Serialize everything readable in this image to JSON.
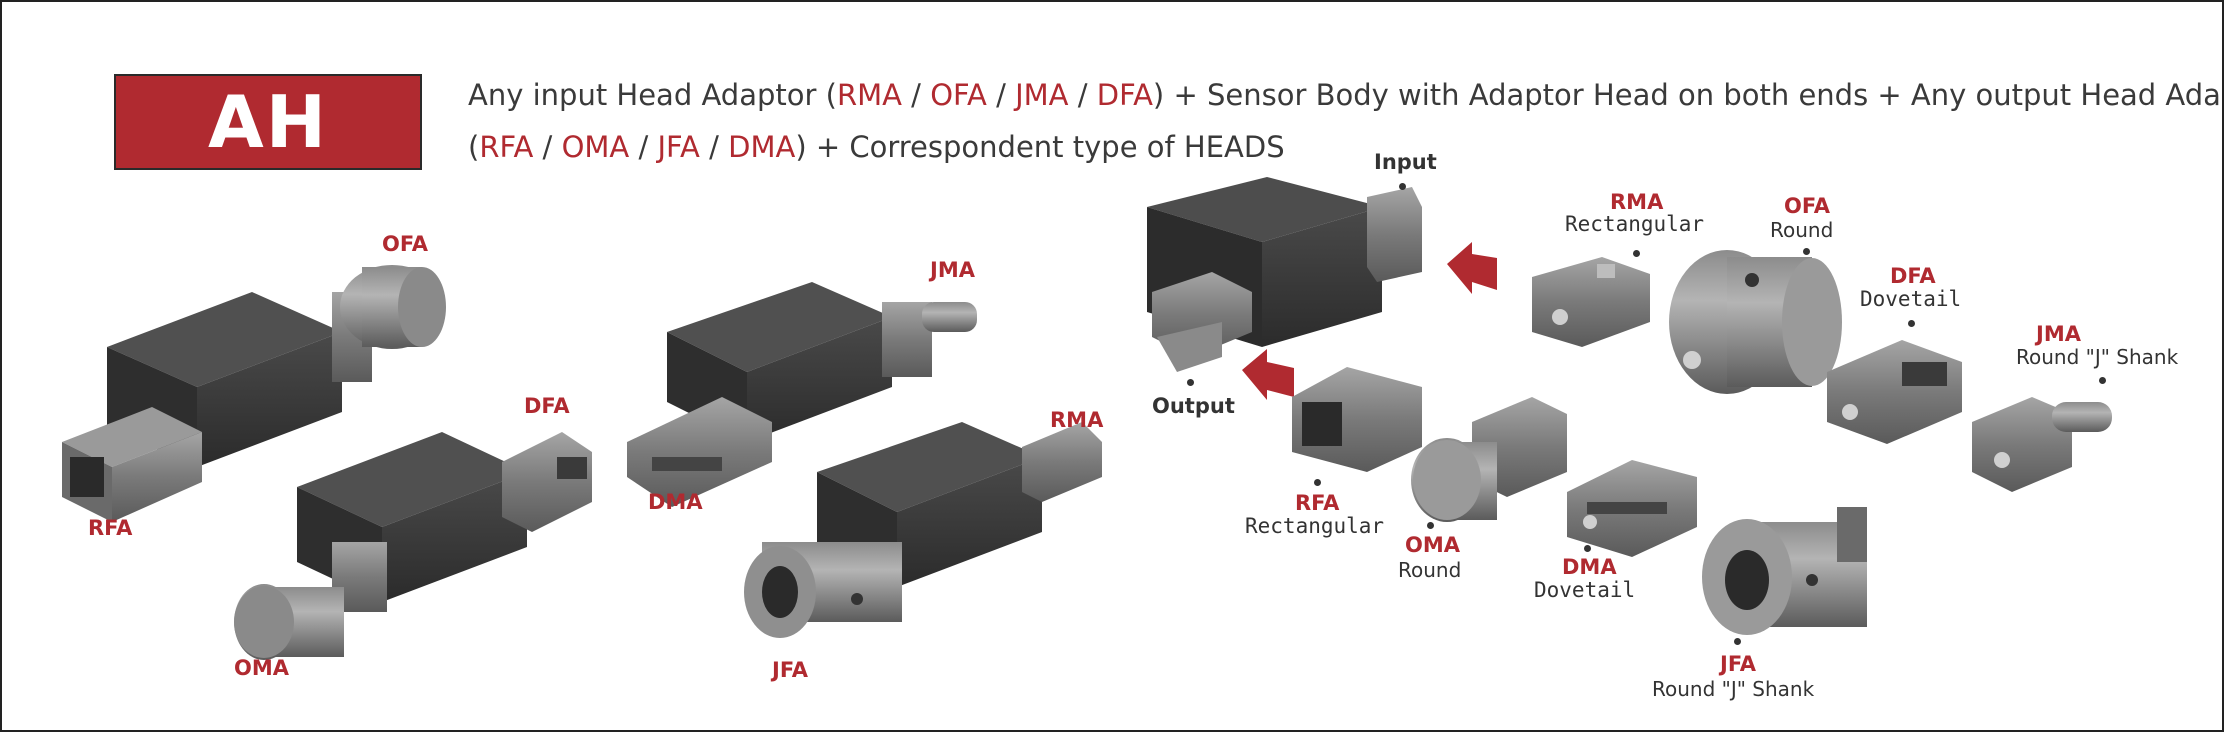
{
  "badge": "AH",
  "line1": {
    "p1": "Any input Head Adaptor (",
    "a1": "RMA",
    "s1": " / ",
    "a2": "OFA",
    "s2": " / ",
    "a3": "JMA",
    "s3": " / ",
    "a4": "DFA",
    "p2": ") + Sensor Body with Adaptor Head on both ends + Any output Head Adaptor"
  },
  "line2": {
    "p1": "(",
    "a1": "RFA",
    "s1": " / ",
    "a2": "OMA",
    "s2": " / ",
    "a3": "JFA",
    "s3": " / ",
    "a4": "DMA",
    "p2": ") + Correspondent type of HEADS"
  },
  "assemblies": {
    "ofa": "OFA",
    "rfa": "RFA",
    "dfa": "DFA",
    "oma": "OMA",
    "jma": "JMA",
    "dma": "DMA",
    "rma": "RMA",
    "jfa": "JFA"
  },
  "diagram": {
    "input": "Input",
    "output": "Output"
  },
  "parts": {
    "rma": {
      "code": "RMA",
      "type": "Rectangular"
    },
    "ofa": {
      "code": "OFA",
      "type": "Round"
    },
    "dfa": {
      "code": "DFA",
      "type": "Dovetail"
    },
    "jma": {
      "code": "JMA",
      "type": "Round \"J\" Shank"
    },
    "rfa": {
      "code": "RFA",
      "type": "Rectangular"
    },
    "oma": {
      "code": "OMA",
      "type": "Round"
    },
    "dma": {
      "code": "DMA",
      "type": "Dovetail"
    },
    "jfa": {
      "code": "JFA",
      "type": "Round \"J\" Shank"
    }
  },
  "colors": {
    "accent": "#b02a30",
    "body": "#3a3a3a",
    "metal": "#7d7d7d",
    "metal_light": "#a9a9a9"
  }
}
